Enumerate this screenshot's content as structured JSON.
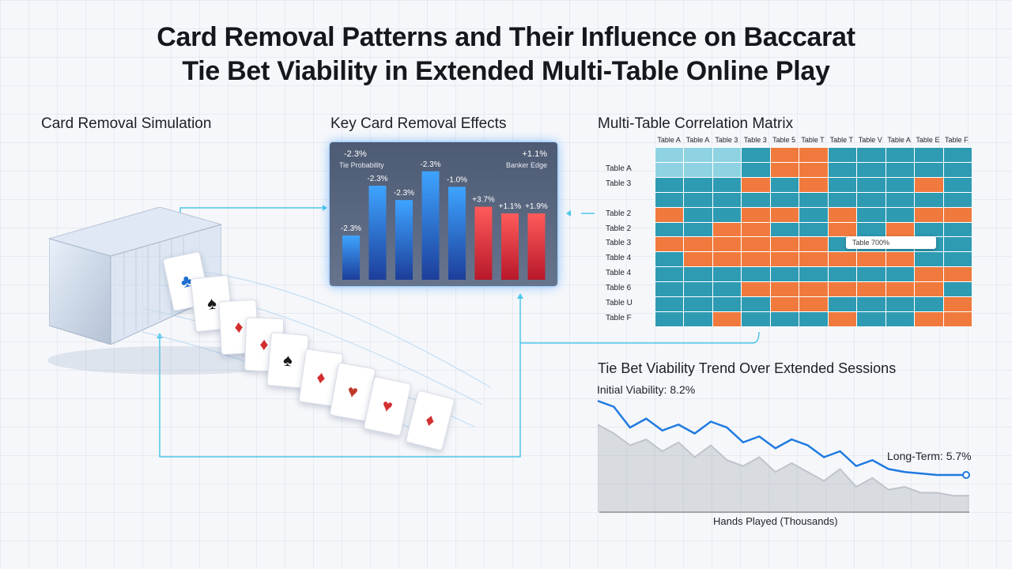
{
  "title_line1": "Card Removal Patterns and Their Influence on Baccarat",
  "title_line2": "Tie Bet Viability in Extended Multi-Table Online Play",
  "sections": {
    "simulation": "Card Removal Simulation",
    "effects": "Key Card Removal Effects",
    "matrix": "Multi-Table Correlation Matrix",
    "trend": "Tie Bet Viability Trend Over Extended Sessions"
  },
  "effects_panel": {
    "left_stat": "-2.3%",
    "left_caption": "Tie Probability",
    "right_stat": "+1.1%",
    "right_caption": "Banker Edge"
  },
  "matrix": {
    "col_labels": [
      "Table A",
      "Table A",
      "Table 3",
      "Table 3",
      "Table 5",
      "Table T",
      "Table T",
      "Table V",
      "Table A",
      "Table E",
      "Table F"
    ],
    "row_labels": [
      {
        "row": 1,
        "label": "Table A"
      },
      {
        "row": 2,
        "label": "Table 3"
      },
      {
        "row": 4,
        "label": "Table 2"
      },
      {
        "row": 5,
        "label": "Table 2"
      },
      {
        "row": 6,
        "label": "Table 3"
      },
      {
        "row": 7,
        "label": "Table 4"
      },
      {
        "row": 8,
        "label": "Table 4"
      },
      {
        "row": 9,
        "label": "Table 6"
      },
      {
        "row": 10,
        "label": "Table U"
      },
      {
        "row": 11,
        "label": "Table F"
      }
    ],
    "tooltip": "Table 700%",
    "colors": {
      "teal": "#2e9bb3",
      "orange": "#f07a3e",
      "light": "#8fd3e3"
    },
    "cells": [
      "LLLTOOTTTTT",
      "LLLTOOTTTTT",
      "TTTOTOTTTOT",
      "TTTTTTTTTTT",
      "OTTOOTOTTOO",
      "TTOOTTOTOTT",
      "OOOOOOTTTTT",
      "TOOOOOOOOTT",
      "TTTTTTTTTOO",
      "TTTOOOOOOOT",
      "TTTTOOTTTTO",
      "TTOTTTOTTOO"
    ]
  },
  "trend": {
    "initial_label": "Initial Viability: 8.2%",
    "long_term_label": "Long-Term: 5.7%",
    "x_axis_label": "Hands Played (Thousands)"
  },
  "chart_data": {
    "type": "bar",
    "categories": [
      "",
      "",
      "",
      "",
      "",
      "",
      "",
      ""
    ],
    "series": [
      {
        "values": [
          40,
          85,
          72,
          98,
          84,
          66,
          60,
          60
        ]
      }
    ],
    "data_labels": [
      "-2.3%",
      "-2.3%",
      "-2.3%",
      "-2.3%",
      "-1.0%",
      "+3.7%",
      "+1.1%",
      "+1.9%"
    ],
    "bar_colors": [
      "blue",
      "blue",
      "blue",
      "blue",
      "blue",
      "red",
      "red",
      "red"
    ],
    "ylim": [
      0,
      100
    ]
  },
  "trend_chart_data": {
    "type": "line",
    "series": [
      {
        "values": [
          8.2,
          8.0,
          7.3,
          7.6,
          7.2,
          7.4,
          7.1,
          7.5,
          7.3,
          6.8,
          7.0,
          6.6,
          6.9,
          6.7,
          6.3,
          6.5,
          6.0,
          6.2,
          5.9,
          5.8,
          5.75,
          5.7,
          5.7,
          5.7
        ]
      },
      {
        "values": [
          7.4,
          7.1,
          6.7,
          6.9,
          6.5,
          6.8,
          6.3,
          6.7,
          6.2,
          6.0,
          6.3,
          5.8,
          6.1,
          5.8,
          5.5,
          5.9,
          5.3,
          5.6,
          5.2,
          5.3,
          5.1,
          5.1,
          5.0,
          5.0
        ]
      }
    ],
    "ylim": [
      4.5,
      8.5
    ]
  }
}
